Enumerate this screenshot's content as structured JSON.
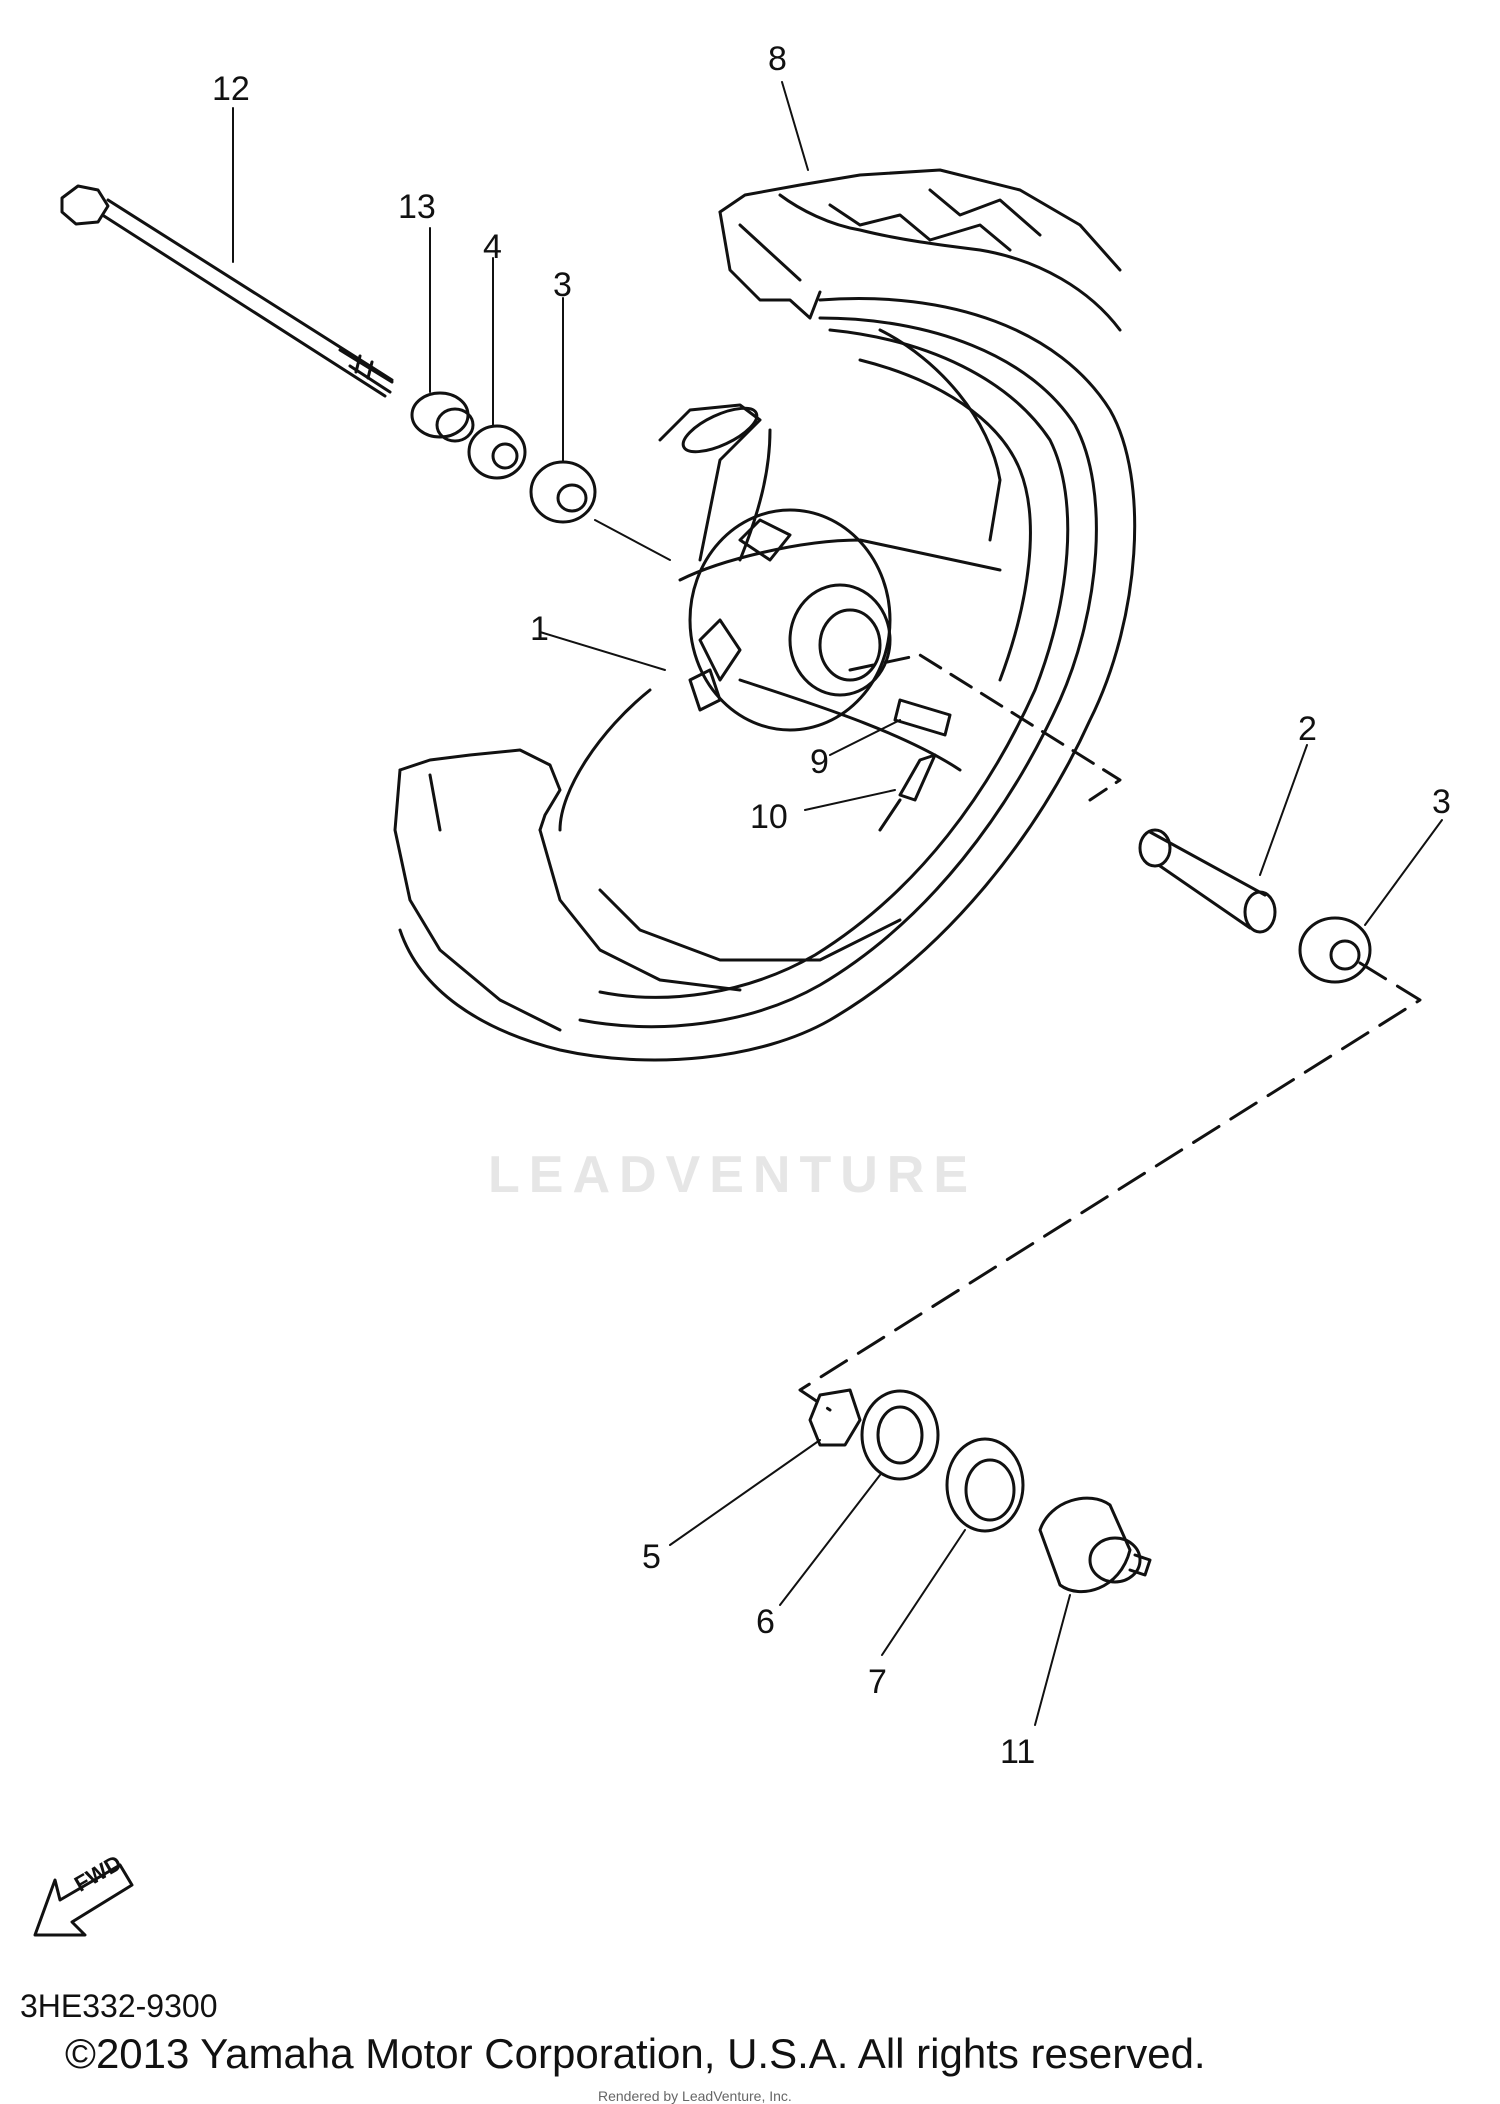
{
  "diagram": {
    "callouts": [
      {
        "id": "12",
        "label": "12"
      },
      {
        "id": "13",
        "label": "13"
      },
      {
        "id": "4",
        "label": "4"
      },
      {
        "id": "3a",
        "label": "3"
      },
      {
        "id": "8",
        "label": "8"
      },
      {
        "id": "1",
        "label": "1"
      },
      {
        "id": "9",
        "label": "9"
      },
      {
        "id": "10",
        "label": "10"
      },
      {
        "id": "2",
        "label": "2"
      },
      {
        "id": "3b",
        "label": "3"
      },
      {
        "id": "5",
        "label": "5"
      },
      {
        "id": "6",
        "label": "6"
      },
      {
        "id": "7",
        "label": "7"
      },
      {
        "id": "11",
        "label": "11"
      }
    ],
    "fwd_label": "FWD",
    "diagram_code": "3HE332-9300",
    "copyright": "©2013 Yamaha Motor Corporation, U.S.A. All rights reserved.",
    "rendered_by": "Rendered by LeadVenture, Inc.",
    "watermark": "LEADVENTURE"
  }
}
